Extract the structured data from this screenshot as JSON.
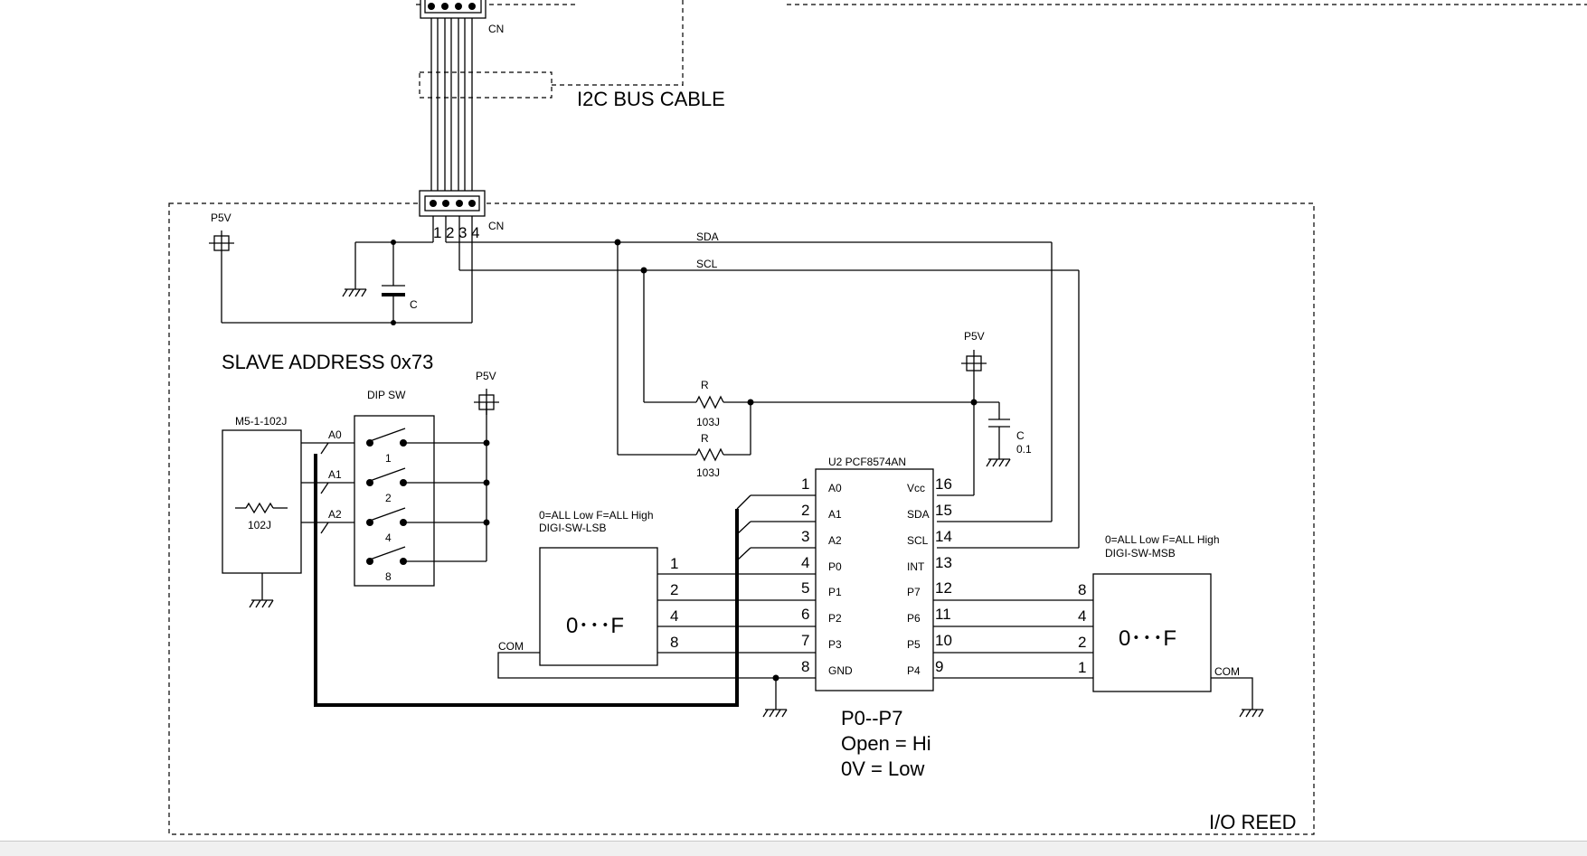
{
  "labels": {
    "cn_top": "CN",
    "cn_bottom": "CN",
    "bus_cable": "I2C BUS CABLE",
    "cn_pins": [
      "1",
      "2",
      "3",
      "4"
    ],
    "p5v": "P5V",
    "cap_c": "C",
    "cap_c2": "C",
    "cap_value": "0.1",
    "sda_net": "SDA",
    "scl_net": "SCL",
    "slave_address": "SLAVE ADDRESS 0x73",
    "dip_sw": "DIP SW",
    "resistor_array": "M5-1-102J",
    "resistor_array_value": "102J",
    "addr_lines": [
      "A0",
      "A1",
      "A2"
    ],
    "dip_positions": [
      "1",
      "2",
      "4",
      "8"
    ],
    "pullup_r": "R",
    "pullup_value": "103J",
    "chip_name": "U2 PCF8574AN",
    "lsb_desc": "0=ALL Low  F=ALL High",
    "lsb_name": "DIGI-SW-LSB",
    "lsb_range": "0･･･F",
    "lsb_pins": [
      "1",
      "2",
      "4",
      "8"
    ],
    "msb_desc": "0=ALL Low  F=ALL High",
    "msb_name": "DIGI-SW-MSB",
    "msb_range": "0･･･F",
    "msb_pins": [
      "8",
      "4",
      "2",
      "1"
    ],
    "com": "COM",
    "io_note": [
      "P0--P7",
      "Open = Hi",
      "0V = Low"
    ],
    "board_name": "I/O REED"
  },
  "chip": {
    "left_pins": [
      {
        "num": "1",
        "name": "A0"
      },
      {
        "num": "2",
        "name": "A1"
      },
      {
        "num": "3",
        "name": "A2"
      },
      {
        "num": "4",
        "name": "P0"
      },
      {
        "num": "5",
        "name": "P1"
      },
      {
        "num": "6",
        "name": "P2"
      },
      {
        "num": "7",
        "name": "P3"
      },
      {
        "num": "8",
        "name": "GND"
      }
    ],
    "right_pins": [
      {
        "num": "16",
        "name": "Vcc"
      },
      {
        "num": "15",
        "name": "SDA"
      },
      {
        "num": "14",
        "name": "SCL"
      },
      {
        "num": "13",
        "name": "INT"
      },
      {
        "num": "12",
        "name": "P7"
      },
      {
        "num": "11",
        "name": "P6"
      },
      {
        "num": "10",
        "name": "P5"
      },
      {
        "num": "9",
        "name": "P4"
      }
    ]
  }
}
